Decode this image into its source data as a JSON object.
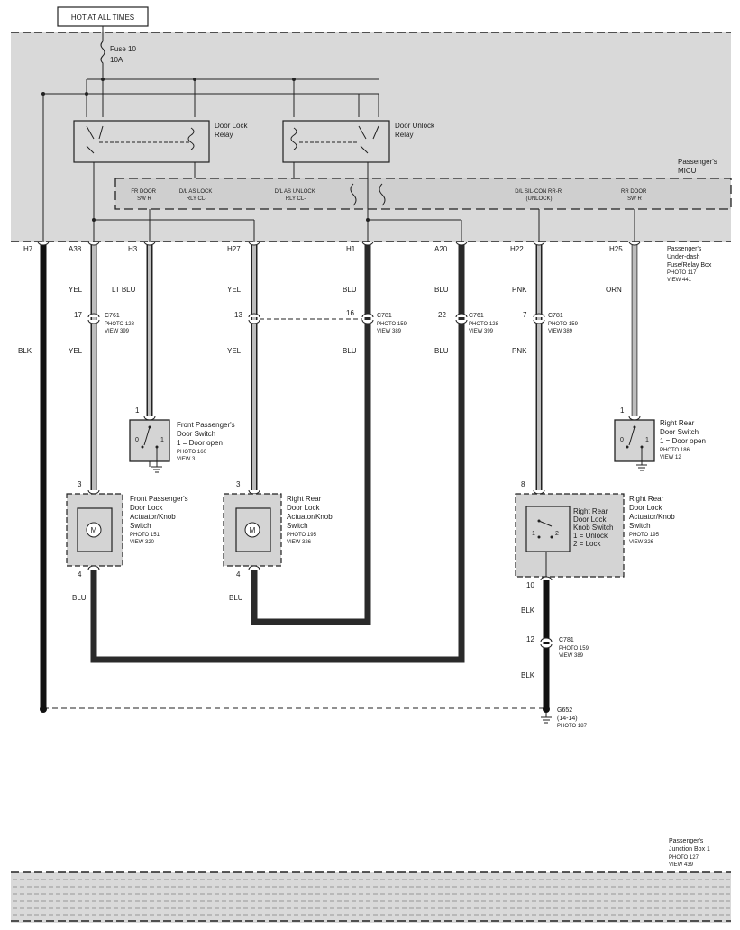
{
  "header": {
    "hot_label": "HOT AT ALL TIMES"
  },
  "fuse": {
    "name": "Fuse 10",
    "rating": "10A"
  },
  "relays": {
    "lock": [
      "Door Lock",
      "Relay"
    ],
    "unlock": [
      "Door Unlock",
      "Relay"
    ]
  },
  "micu_label": [
    "Passenger's",
    "MICU"
  ],
  "micu_signals": {
    "fr_door": [
      "FR DOOR",
      "SW R"
    ],
    "lock_rly": [
      "D/L AS LOCK",
      "RLY CL-"
    ],
    "unlock_rly": [
      "D/L AS UNLOCK",
      "RLY CL-"
    ],
    "silcon": [
      "D/L SIL-CON RR-R",
      "(UNLOCK)"
    ],
    "rr_door": [
      "RR DOOR",
      "SW R"
    ]
  },
  "fuse_box_label": [
    "Passenger's",
    "Under-dash",
    "Fuse/Relay Box",
    "PHOTO 117",
    "VIEW 441"
  ],
  "terminals": {
    "h7": "H7",
    "a38": "A38",
    "h3": "H3",
    "h27": "H27",
    "h1": "H1",
    "a20": "A20",
    "h22": "H22",
    "h25": "H25"
  },
  "wires": {
    "yel1": "YEL",
    "lt_blu": "LT BLU",
    "yel2": "YEL",
    "blu1": "BLU",
    "blu2": "BLU",
    "pnk1": "PNK",
    "orn": "ORN",
    "blk1": "BLK",
    "yel3": "YEL",
    "yel4": "YEL",
    "blu3": "BLU",
    "blu4": "BLU",
    "pnk2": "PNK",
    "blu5": "BLU",
    "blu6": "BLU",
    "blk2": "BLK",
    "blk3": "BLK"
  },
  "connectors": {
    "c761a": {
      "pin": "17",
      "lines": [
        "C761",
        "PHOTO 128",
        "VIEW 399"
      ]
    },
    "c761b": {
      "pin": "22",
      "lines": [
        "C761",
        "PHOTO 128",
        "VIEW 399"
      ]
    },
    "c781a": {
      "pin": "16",
      "lines": [
        "C781",
        "PHOTO 159",
        "VIEW 389"
      ]
    },
    "c781b": {
      "pin": "7",
      "lines": [
        "C781",
        "PHOTO 159",
        "VIEW 389"
      ]
    },
    "c781c": {
      "pin": "12",
      "lines": [
        "C781",
        "PHOTO 159",
        "VIEW 389"
      ]
    },
    "pin13": "13"
  },
  "components": {
    "fp_switch": {
      "pin": "1",
      "state0": "0",
      "state1": "1",
      "lines": [
        "Front Passenger's",
        "Door Switch",
        "1 = Door open",
        "PHOTO 160",
        "VIEW 3"
      ]
    },
    "rr_switch": {
      "pin": "1",
      "state0": "0",
      "state1": "1",
      "lines": [
        "Right Rear",
        "Door Switch",
        "1 = Door open",
        "PHOTO 186",
        "VIEW 12"
      ]
    },
    "fp_actuator": {
      "pin_top": "3",
      "pin_bot": "4",
      "motor": "M",
      "lines": [
        "Front Passenger's",
        "Door Lock",
        "Actuator/Knob",
        "Switch",
        "PHOTO 151",
        "VIEW 320"
      ]
    },
    "rr_actuator": {
      "pin_top": "3",
      "pin_bot": "4",
      "motor": "M",
      "lines": [
        "Right Rear",
        "Door Lock",
        "Actuator/Knob",
        "Switch",
        "PHOTO 195",
        "VIEW 326"
      ]
    },
    "rr_knob": {
      "pin_top": "8",
      "pin_bot": "10",
      "pos1": "1",
      "pos2": "2",
      "inner": [
        "Right Rear",
        "Door Lock",
        "Knob Switch",
        "1 = Unlock",
        "2 = Lock"
      ],
      "outer": [
        "Right Rear",
        "Door Lock",
        "Actuator/Knob",
        "Switch",
        "PHOTO 195",
        "VIEW 326"
      ]
    }
  },
  "ground": {
    "lines": [
      "G652",
      "(14-14)",
      "PHOTO 187"
    ]
  },
  "junction_box": [
    "Passenger's",
    "Junction Box 1",
    "PHOTO 127",
    "VIEW 439"
  ]
}
